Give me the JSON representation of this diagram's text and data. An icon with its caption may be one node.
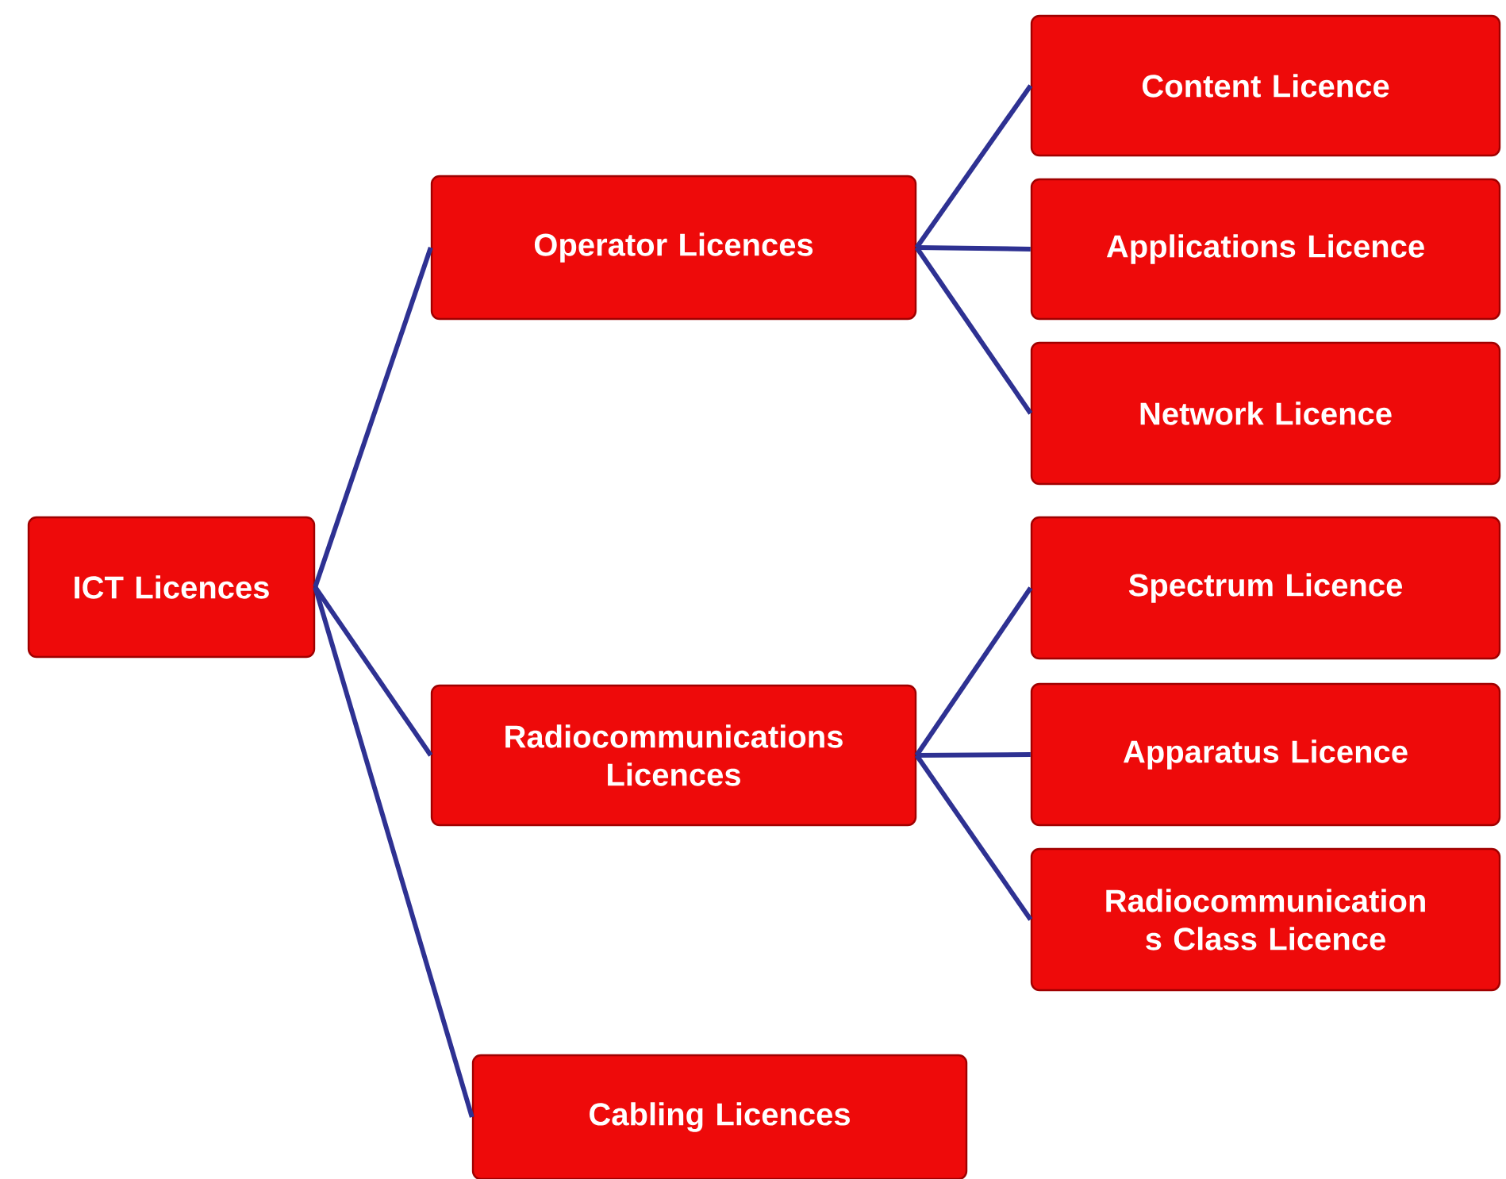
{
  "diagram": {
    "nodes": [
      {
        "text": [
          "ICT Licences"
        ]
      },
      {
        "text": [
          "Operator Licences"
        ]
      },
      {
        "text": [
          "Radiocommunications Licences"
        ]
      },
      {
        "text": [
          "Cabling Licences"
        ]
      },
      {
        "text": [
          "Content Licence"
        ]
      },
      {
        "text": [
          "Applications Licence"
        ]
      },
      {
        "text": [
          "Network Licence"
        ]
      },
      {
        "text": [
          "Spectrum Licence"
        ]
      },
      {
        "text": [
          "Apparatus Licence"
        ]
      },
      {
        "text": [
          "Radiocommunication s Class Licence"
        ]
      }
    ],
    "edges": [
      {
        "from": 0,
        "to": 1,
        "arrow": "none"
      },
      {
        "from": 0,
        "to": 2,
        "arrow": "none"
      },
      {
        "from": 0,
        "to": 3,
        "arrow": "none"
      },
      {
        "from": 1,
        "to": 4,
        "arrow": "none"
      },
      {
        "from": 1,
        "to": 5,
        "arrow": "none"
      },
      {
        "from": 1,
        "to": 6,
        "arrow": "none"
      },
      {
        "from": 2,
        "to": 7,
        "arrow": "none"
      },
      {
        "from": 2,
        "to": 8,
        "arrow": "none"
      },
      {
        "from": 2,
        "to": 9,
        "arrow": "none"
      }
    ]
  }
}
